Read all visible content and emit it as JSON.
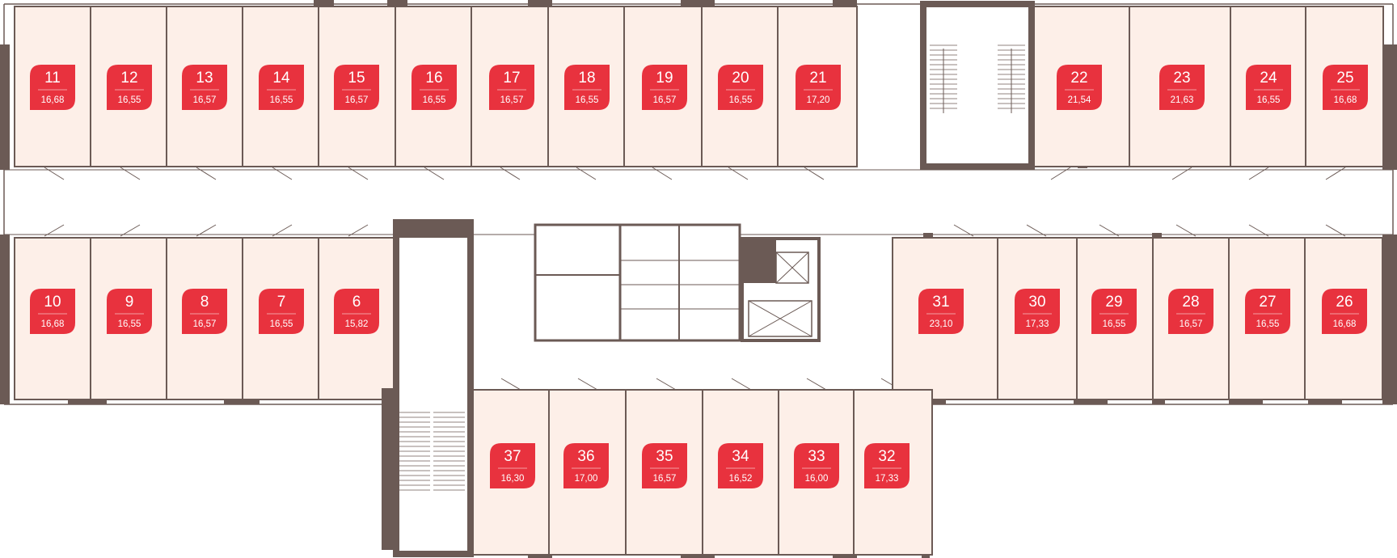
{
  "colors": {
    "wall": "#6b5a55",
    "room_fill": "#fdefe8",
    "badge": "#e8323e",
    "badge_text": "#ffffff",
    "corridor": "#ffffff",
    "thin_line": "#6b5a55"
  },
  "units": [
    {
      "number": "11",
      "area": "16,68"
    },
    {
      "number": "12",
      "area": "16,55"
    },
    {
      "number": "13",
      "area": "16,57"
    },
    {
      "number": "14",
      "area": "16,55"
    },
    {
      "number": "15",
      "area": "16,57"
    },
    {
      "number": "16",
      "area": "16,55"
    },
    {
      "number": "17",
      "area": "16,57"
    },
    {
      "number": "18",
      "area": "16,55"
    },
    {
      "number": "19",
      "area": "16,57"
    },
    {
      "number": "20",
      "area": "16,55"
    },
    {
      "number": "21",
      "area": "17,20"
    },
    {
      "number": "22",
      "area": "21,54"
    },
    {
      "number": "23",
      "area": "21,63"
    },
    {
      "number": "24",
      "area": "16,55"
    },
    {
      "number": "25",
      "area": "16,68"
    },
    {
      "number": "10",
      "area": "16,68"
    },
    {
      "number": "9",
      "area": "16,55"
    },
    {
      "number": "8",
      "area": "16,57"
    },
    {
      "number": "7",
      "area": "16,55"
    },
    {
      "number": "6",
      "area": "15,82"
    },
    {
      "number": "31",
      "area": "23,10"
    },
    {
      "number": "30",
      "area": "17,33"
    },
    {
      "number": "29",
      "area": "16,55"
    },
    {
      "number": "28",
      "area": "16,57"
    },
    {
      "number": "27",
      "area": "16,55"
    },
    {
      "number": "26",
      "area": "16,68"
    },
    {
      "number": "37",
      "area": "16,30"
    },
    {
      "number": "36",
      "area": "17,00"
    },
    {
      "number": "35",
      "area": "16,57"
    },
    {
      "number": "34",
      "area": "16,52"
    },
    {
      "number": "33",
      "area": "16,00"
    },
    {
      "number": "32",
      "area": "17,33"
    }
  ]
}
